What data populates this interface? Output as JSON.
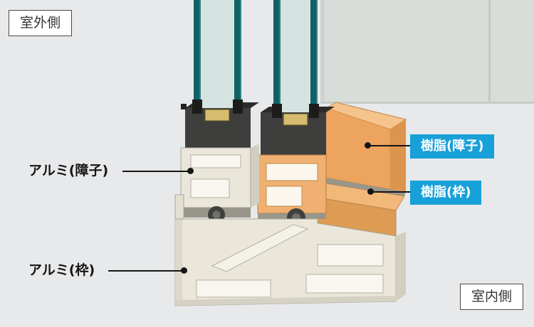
{
  "labels": {
    "outdoor_side": "室外側",
    "indoor_side": "室内側",
    "aluminum_sash": "アルミ(障子)",
    "aluminum_frame": "アルミ(枠)",
    "resin_sash": "樹脂(障子)",
    "resin_frame": "樹脂(枠)"
  },
  "colors": {
    "background": "#e8e9eb",
    "badge_blue": "#18a0d8",
    "resin_orange": "#eca45e",
    "resin_orange_light": "#f5c48c",
    "aluminum_cream": "#eae7da",
    "glass_teal": "#0f6166",
    "glass_tint": "#d5e4e0",
    "channel_dark": "#3e3f3d",
    "spacer_gold": "#d6bc6e",
    "leader_black": "#151515"
  },
  "parts": [
    {
      "label": "アルミ(障子)",
      "material": "aluminum",
      "component": "sash"
    },
    {
      "label": "アルミ(枠)",
      "material": "aluminum",
      "component": "frame"
    },
    {
      "label": "樹脂(障子)",
      "material": "resin",
      "component": "sash"
    },
    {
      "label": "樹脂(枠)",
      "material": "resin",
      "component": "frame"
    }
  ]
}
